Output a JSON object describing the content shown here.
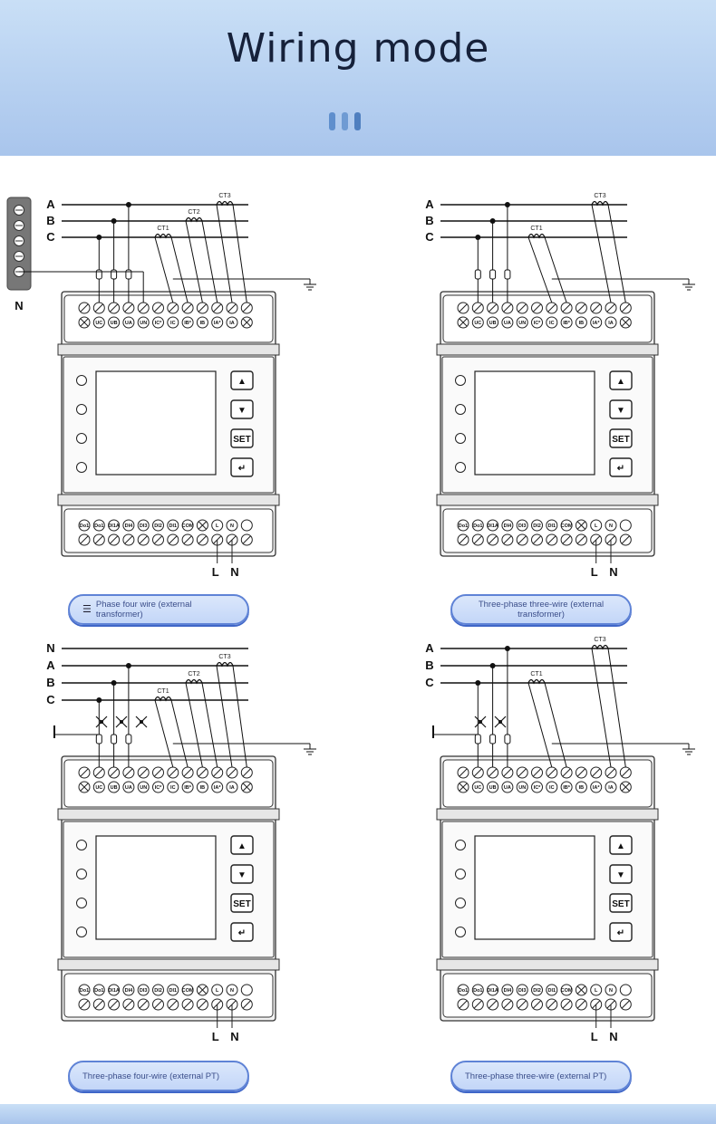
{
  "header": {
    "title": "Wiring mode",
    "bar_colors": [
      "#5f8fcd",
      "#6f9bd3",
      "#4f7fbf"
    ]
  },
  "accent": "#5f83d6",
  "panels": [
    {
      "caption": "Phase four wire (external transformer)",
      "caption_icon": "☰",
      "wires": [
        "A",
        "B",
        "C"
      ],
      "neutral_label": "N",
      "bottom_labels": [
        "L",
        "N"
      ]
    },
    {
      "caption": "Three-phase three-wire (external transformer)",
      "wires": [
        "A",
        "B",
        "C"
      ],
      "bottom_labels": [
        "L",
        "N"
      ]
    },
    {
      "caption": "Three-phase four-wire (external PT)",
      "wires": [
        "N",
        "A",
        "B",
        "C"
      ],
      "bottom_labels": [
        "L",
        "N"
      ]
    },
    {
      "caption": "Three-phase three-wire (external PT)",
      "wires": [
        "A",
        "B",
        "C"
      ],
      "bottom_labels": [
        "L",
        "N"
      ]
    }
  ],
  "meter": {
    "top_terminals": [
      "UC",
      "UB",
      "UA",
      "UN",
      "IC*",
      "IC",
      "IB*",
      "IB",
      "IA*",
      "IA"
    ],
    "bottom_terminals": [
      "Do1",
      "Do1",
      "DI1A",
      "DI4",
      "DI3",
      "DI2",
      "DI1",
      "COM",
      "L",
      "N"
    ],
    "buttons": [
      "▲",
      "▼",
      "SET",
      "↵"
    ],
    "ct_labels": [
      "CT3",
      "CT2",
      "CT1"
    ]
  }
}
